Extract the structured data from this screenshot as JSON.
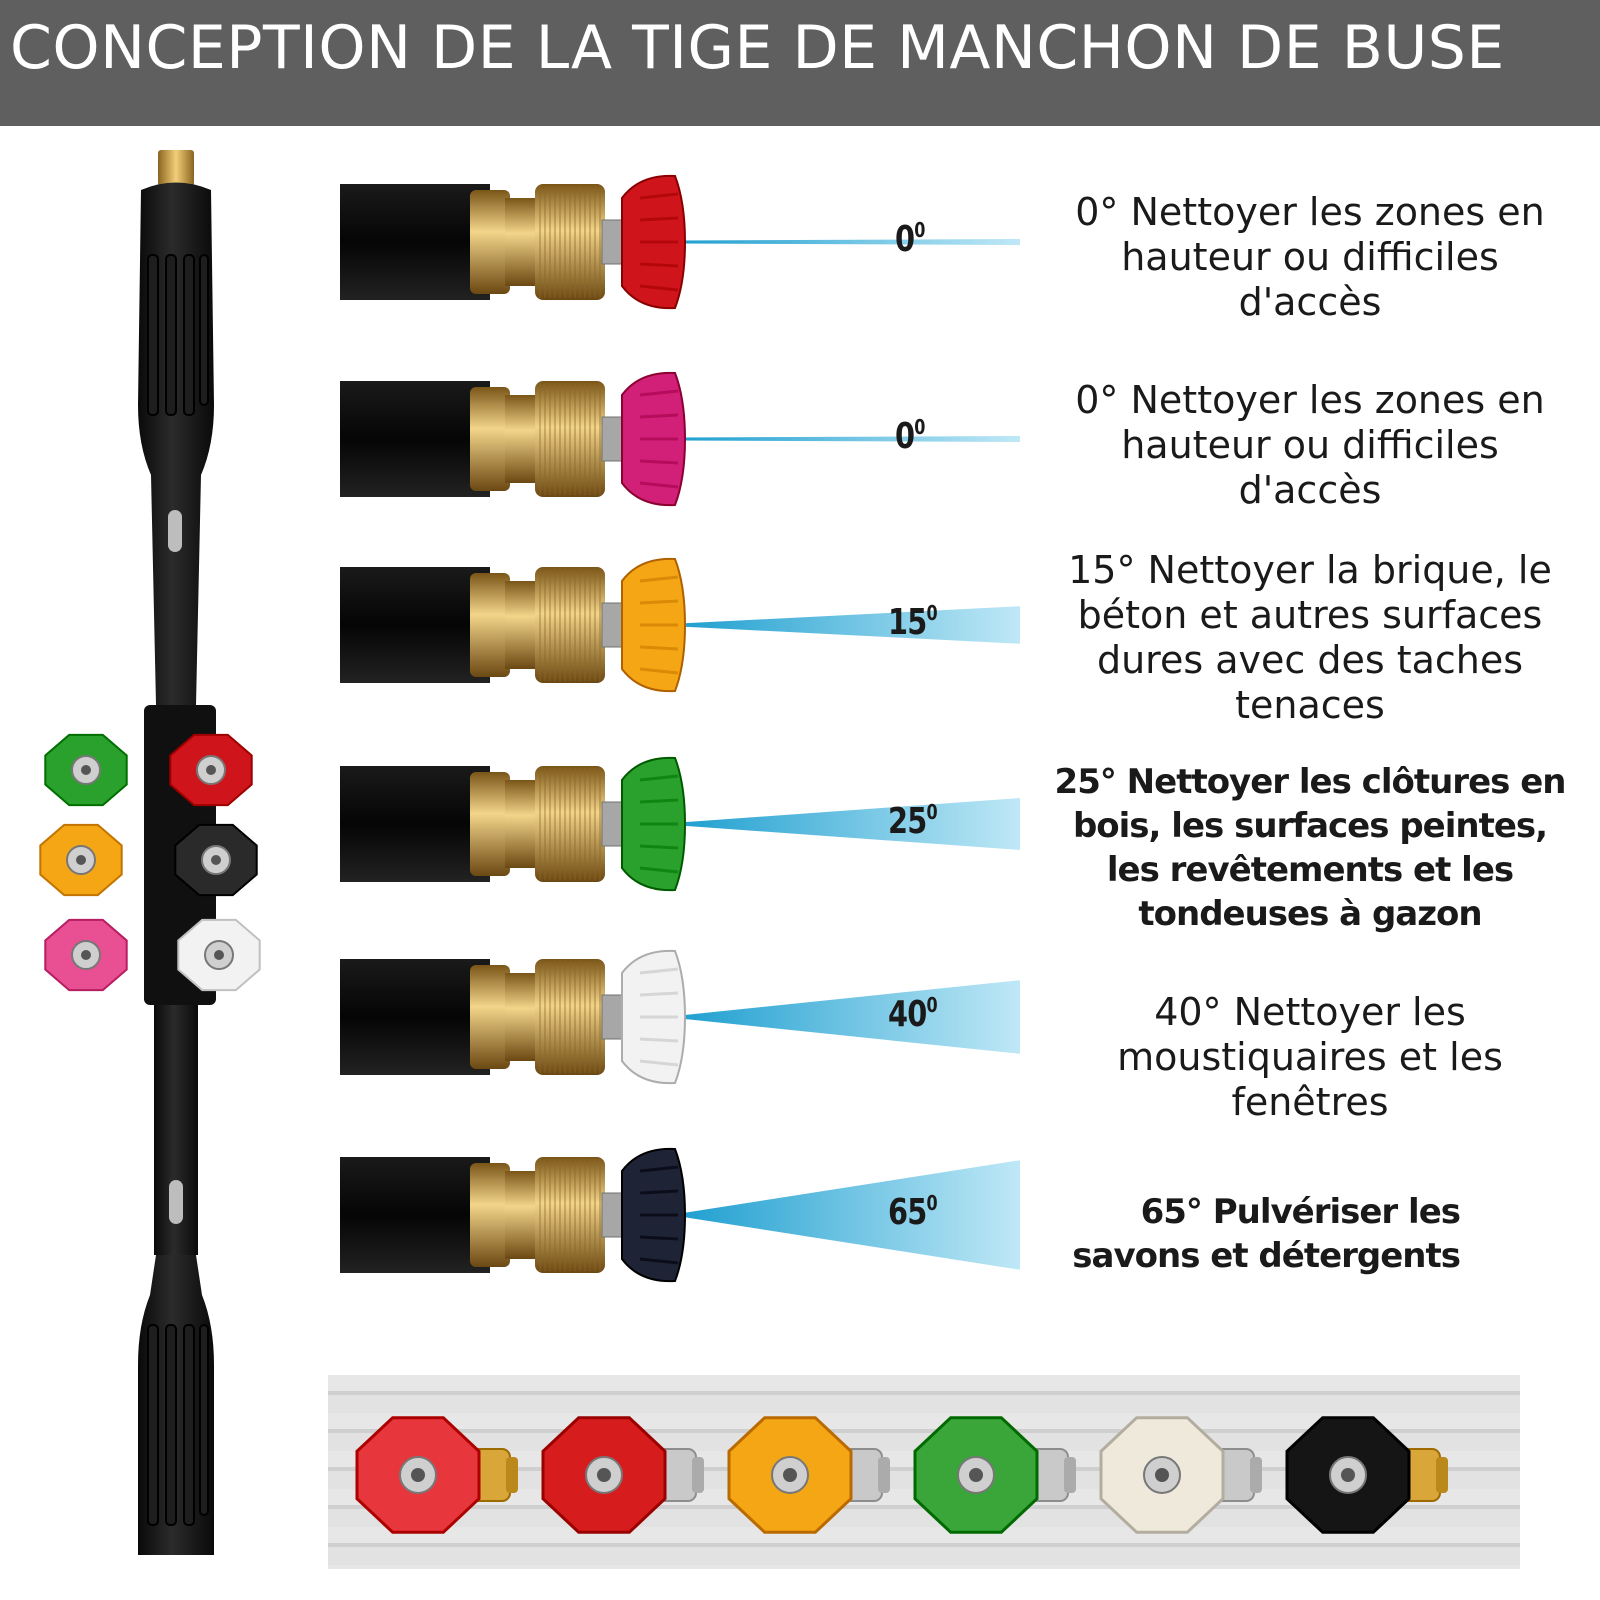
{
  "title": "CONCEPTION DE LA TIGE DE MANCHON DE BUSE",
  "nozzles": [
    {
      "angle": "0",
      "degree_mark": "0",
      "color": "#d0141c",
      "description": "0° Nettoyer les zones en hauteur ou difficiles d'accès",
      "spray_spread": 0
    },
    {
      "angle": "0",
      "degree_mark": "0",
      "color": "#d21f78",
      "description": "0° Nettoyer les zones en hauteur ou difficiles d'accès",
      "spray_spread": 0
    },
    {
      "angle": "15",
      "degree_mark": "0",
      "color": "#f5a614",
      "description": "15° Nettoyer la brique, le béton et autres surfaces dures avec des taches tenaces",
      "spray_spread": 15
    },
    {
      "angle": "25",
      "degree_mark": "0",
      "color": "#2aa12c",
      "description": "25° Nettoyer les clôtures en bois, les surfaces peintes, les revêtements et les tondeuses à gazon",
      "spray_spread": 25
    },
    {
      "angle": "40",
      "degree_mark": "0",
      "color": "#f2f2f2",
      "description": "40° Nettoyer les moustiquaires et les fenêtres",
      "spray_spread": 40
    },
    {
      "angle": "65",
      "degree_mark": "0",
      "color": "#1e2336",
      "description": "65° Pulvériser les savons et détergents",
      "spray_spread": 65
    }
  ],
  "wand_tips": [
    {
      "color": "#2aa12c",
      "icon": "green-tip-icon"
    },
    {
      "color": "#d0141c",
      "icon": "red-tip-icon"
    },
    {
      "color": "#f5a614",
      "icon": "yellow-tip-icon"
    },
    {
      "color": "#2a2a2a",
      "icon": "black-tip-icon"
    },
    {
      "color": "#e94f93",
      "icon": "pink-tip-icon"
    },
    {
      "color": "#f2f2f2",
      "icon": "white-tip-icon"
    }
  ],
  "strip_tips": [
    {
      "color": "#e8363d",
      "connector": "#d9a63a",
      "icon": "red-tip-icon"
    },
    {
      "color": "#d61c1c",
      "connector": "#c9c9c9",
      "icon": "red-tip-icon"
    },
    {
      "color": "#f5a614",
      "connector": "#c9c9c9",
      "icon": "yellow-tip-icon"
    },
    {
      "color": "#3aa63a",
      "connector": "#c9c9c9",
      "icon": "green-tip-icon"
    },
    {
      "color": "#efe9dc",
      "connector": "#c9c9c9",
      "icon": "white-tip-icon"
    },
    {
      "color": "#151515",
      "connector": "#d9a63a",
      "icon": "black-tip-icon"
    }
  ],
  "spray_color": "#5cc5e6",
  "brass_color": "#c99a3b"
}
